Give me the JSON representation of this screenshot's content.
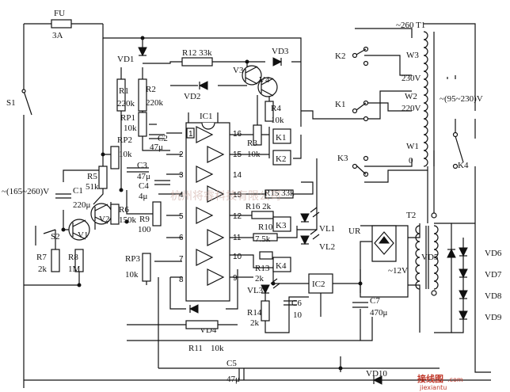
{
  "labels": {
    "fu": "FU",
    "fu_rating": "3A",
    "s1": "S1",
    "s2": "S2",
    "vd1": "VD1",
    "vd2": "VD2",
    "vd3": "VD3",
    "vd4": "VD4",
    "vd5": "VD5",
    "vd6": "VD6",
    "vd7": "VD7",
    "vd8": "VD8",
    "vd9": "VD9",
    "vd10": "VD10",
    "r1": "R1",
    "r1_val": "220k",
    "r2": "R2",
    "r2_val": "220k",
    "r3": "R3",
    "r3_val": "10k",
    "r4": "R4",
    "r4_val": "10k",
    "r5": "R5",
    "r5_val": "51k",
    "r6": "R6",
    "r6_val": "150k",
    "r7": "R7",
    "r7_val": "2k",
    "r8": "R8",
    "r8_val": "1M",
    "r9": "R9",
    "r9_val": "100",
    "r10": "R10",
    "r10_val": "7.5k",
    "r11": "R11",
    "r11_val": "10k",
    "r12": "R12 33k",
    "r13": "R13",
    "r13_val": "2k",
    "r14": "R14",
    "r14_val": "2k",
    "r15": "R15 33k",
    "r16": "R16 2k",
    "rp1": "RP1",
    "rp1_val": "10k",
    "rp2": "RP2",
    "rp3": "RP3",
    "rp3_val": "10k",
    "c1": "C1",
    "c1_val": "220μ",
    "c2": "C2",
    "c2_val": "47μ",
    "c3": "C3",
    "c3_val": "47μ",
    "c4": "C4",
    "c4_val": "4μ",
    "c5": "C5",
    "c5_val": "47μ",
    "c6": "C6",
    "c6_val": "10",
    "c7": "C7",
    "c7_val": "470μ",
    "v1": "V1",
    "v2": "V2",
    "v3": "V3",
    "v4": "V4",
    "ic1": "IC1",
    "ic2": "IC2",
    "k1": "K1",
    "k2": "K2",
    "k3": "K3",
    "k4": "K4",
    "vl1": "VL1",
    "vl2": "VL2",
    "vl3": "VL3",
    "t1": "~260 T1",
    "t2": "T2",
    "w1": "W1",
    "w2": "W2",
    "w3": "W3",
    "tap_230": "230V",
    "tap_220": "220V",
    "tap_0": "0",
    "ur": "UR",
    "v_in": "~(165~260)V",
    "v_out": "~(95~230)V",
    "v_12": "~12V",
    "pin1": "1",
    "pin2": "2",
    "pin3": "3",
    "pin4": "4",
    "pin5": "5",
    "pin6": "6",
    "pin7": "7",
    "pin8": "8",
    "pin9": "9",
    "pin10": "10",
    "pin11": "11",
    "pin12": "12",
    "pin13": "13",
    "pin14": "14",
    "pin15": "15",
    "pin16": "16"
  },
  "watermark": {
    "center_text": "杭州将睿科技有限公司",
    "corner_text": "接线图",
    "corner_sub": "jiexiantu",
    "corner_domain": ".com"
  }
}
